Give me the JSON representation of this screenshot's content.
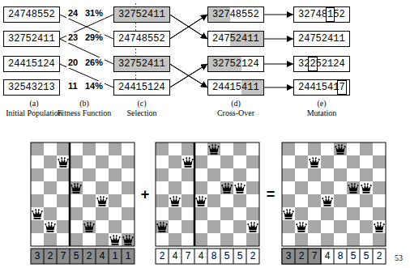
{
  "diagram": {
    "nodes": [
      {
        "text": [
          "24748552"
        ]
      },
      {
        "text": [
          "32752411"
        ]
      },
      {
        "text": [
          "24415124"
        ]
      },
      {
        "text": [
          "32543213"
        ]
      },
      {
        "text": [
          "32752411"
        ]
      },
      {
        "text": [
          "24748552"
        ]
      },
      {
        "text": [
          "32752411"
        ]
      },
      {
        "text": [
          "24415124"
        ]
      },
      {
        "text": [
          "32748552"
        ]
      },
      {
        "text": [
          "24752411"
        ]
      },
      {
        "text": [
          "32752124"
        ]
      },
      {
        "text": [
          "24415411"
        ]
      },
      {
        "text": [
          "32748152"
        ]
      },
      {
        "text": [
          "24752411"
        ]
      },
      {
        "text": [
          "32252124"
        ]
      },
      {
        "text": [
          "24415417"
        ]
      }
    ],
    "edges": [
      {
        "from": 0,
        "to": 5,
        "arrow": "none"
      },
      {
        "from": 1,
        "to": 4,
        "arrow": "none"
      },
      {
        "from": 1,
        "to": 6,
        "arrow": "none"
      },
      {
        "from": 2,
        "to": 7,
        "arrow": "none"
      },
      {
        "from": 4,
        "to": 8,
        "arrow": "to"
      },
      {
        "from": 4,
        "to": 9,
        "arrow": "to"
      },
      {
        "from": 5,
        "to": 8,
        "arrow": "to"
      },
      {
        "from": 5,
        "to": 9,
        "arrow": "to"
      },
      {
        "from": 6,
        "to": 10,
        "arrow": "to"
      },
      {
        "from": 6,
        "to": 11,
        "arrow": "to"
      },
      {
        "from": 7,
        "to": 10,
        "arrow": "to"
      },
      {
        "from": 7,
        "to": 11,
        "arrow": "to"
      },
      {
        "from": 8,
        "to": 12,
        "arrow": "to"
      },
      {
        "from": 9,
        "to": 13,
        "arrow": "to"
      },
      {
        "from": 10,
        "to": 14,
        "arrow": "to"
      },
      {
        "from": 11,
        "to": 15,
        "arrow": "to"
      }
    ],
    "labels": [
      "24",
      "31%",
      "23",
      "29%",
      "20",
      "26%",
      "11",
      "14%",
      "(a)",
      "Initial Population",
      "(b)",
      "Fitness Function",
      "(c)",
      "Selection",
      "(d)",
      "Cross-Over",
      "(e)",
      "Mutation",
      "+",
      "=",
      "3",
      "2",
      "7",
      "5",
      "2",
      "4",
      "1",
      "1",
      "2",
      "4",
      "7",
      "4",
      "8",
      "5",
      "5",
      "2",
      "3",
      "2",
      "7",
      "4",
      "8",
      "5",
      "5",
      "2",
      "53"
    ]
  }
}
